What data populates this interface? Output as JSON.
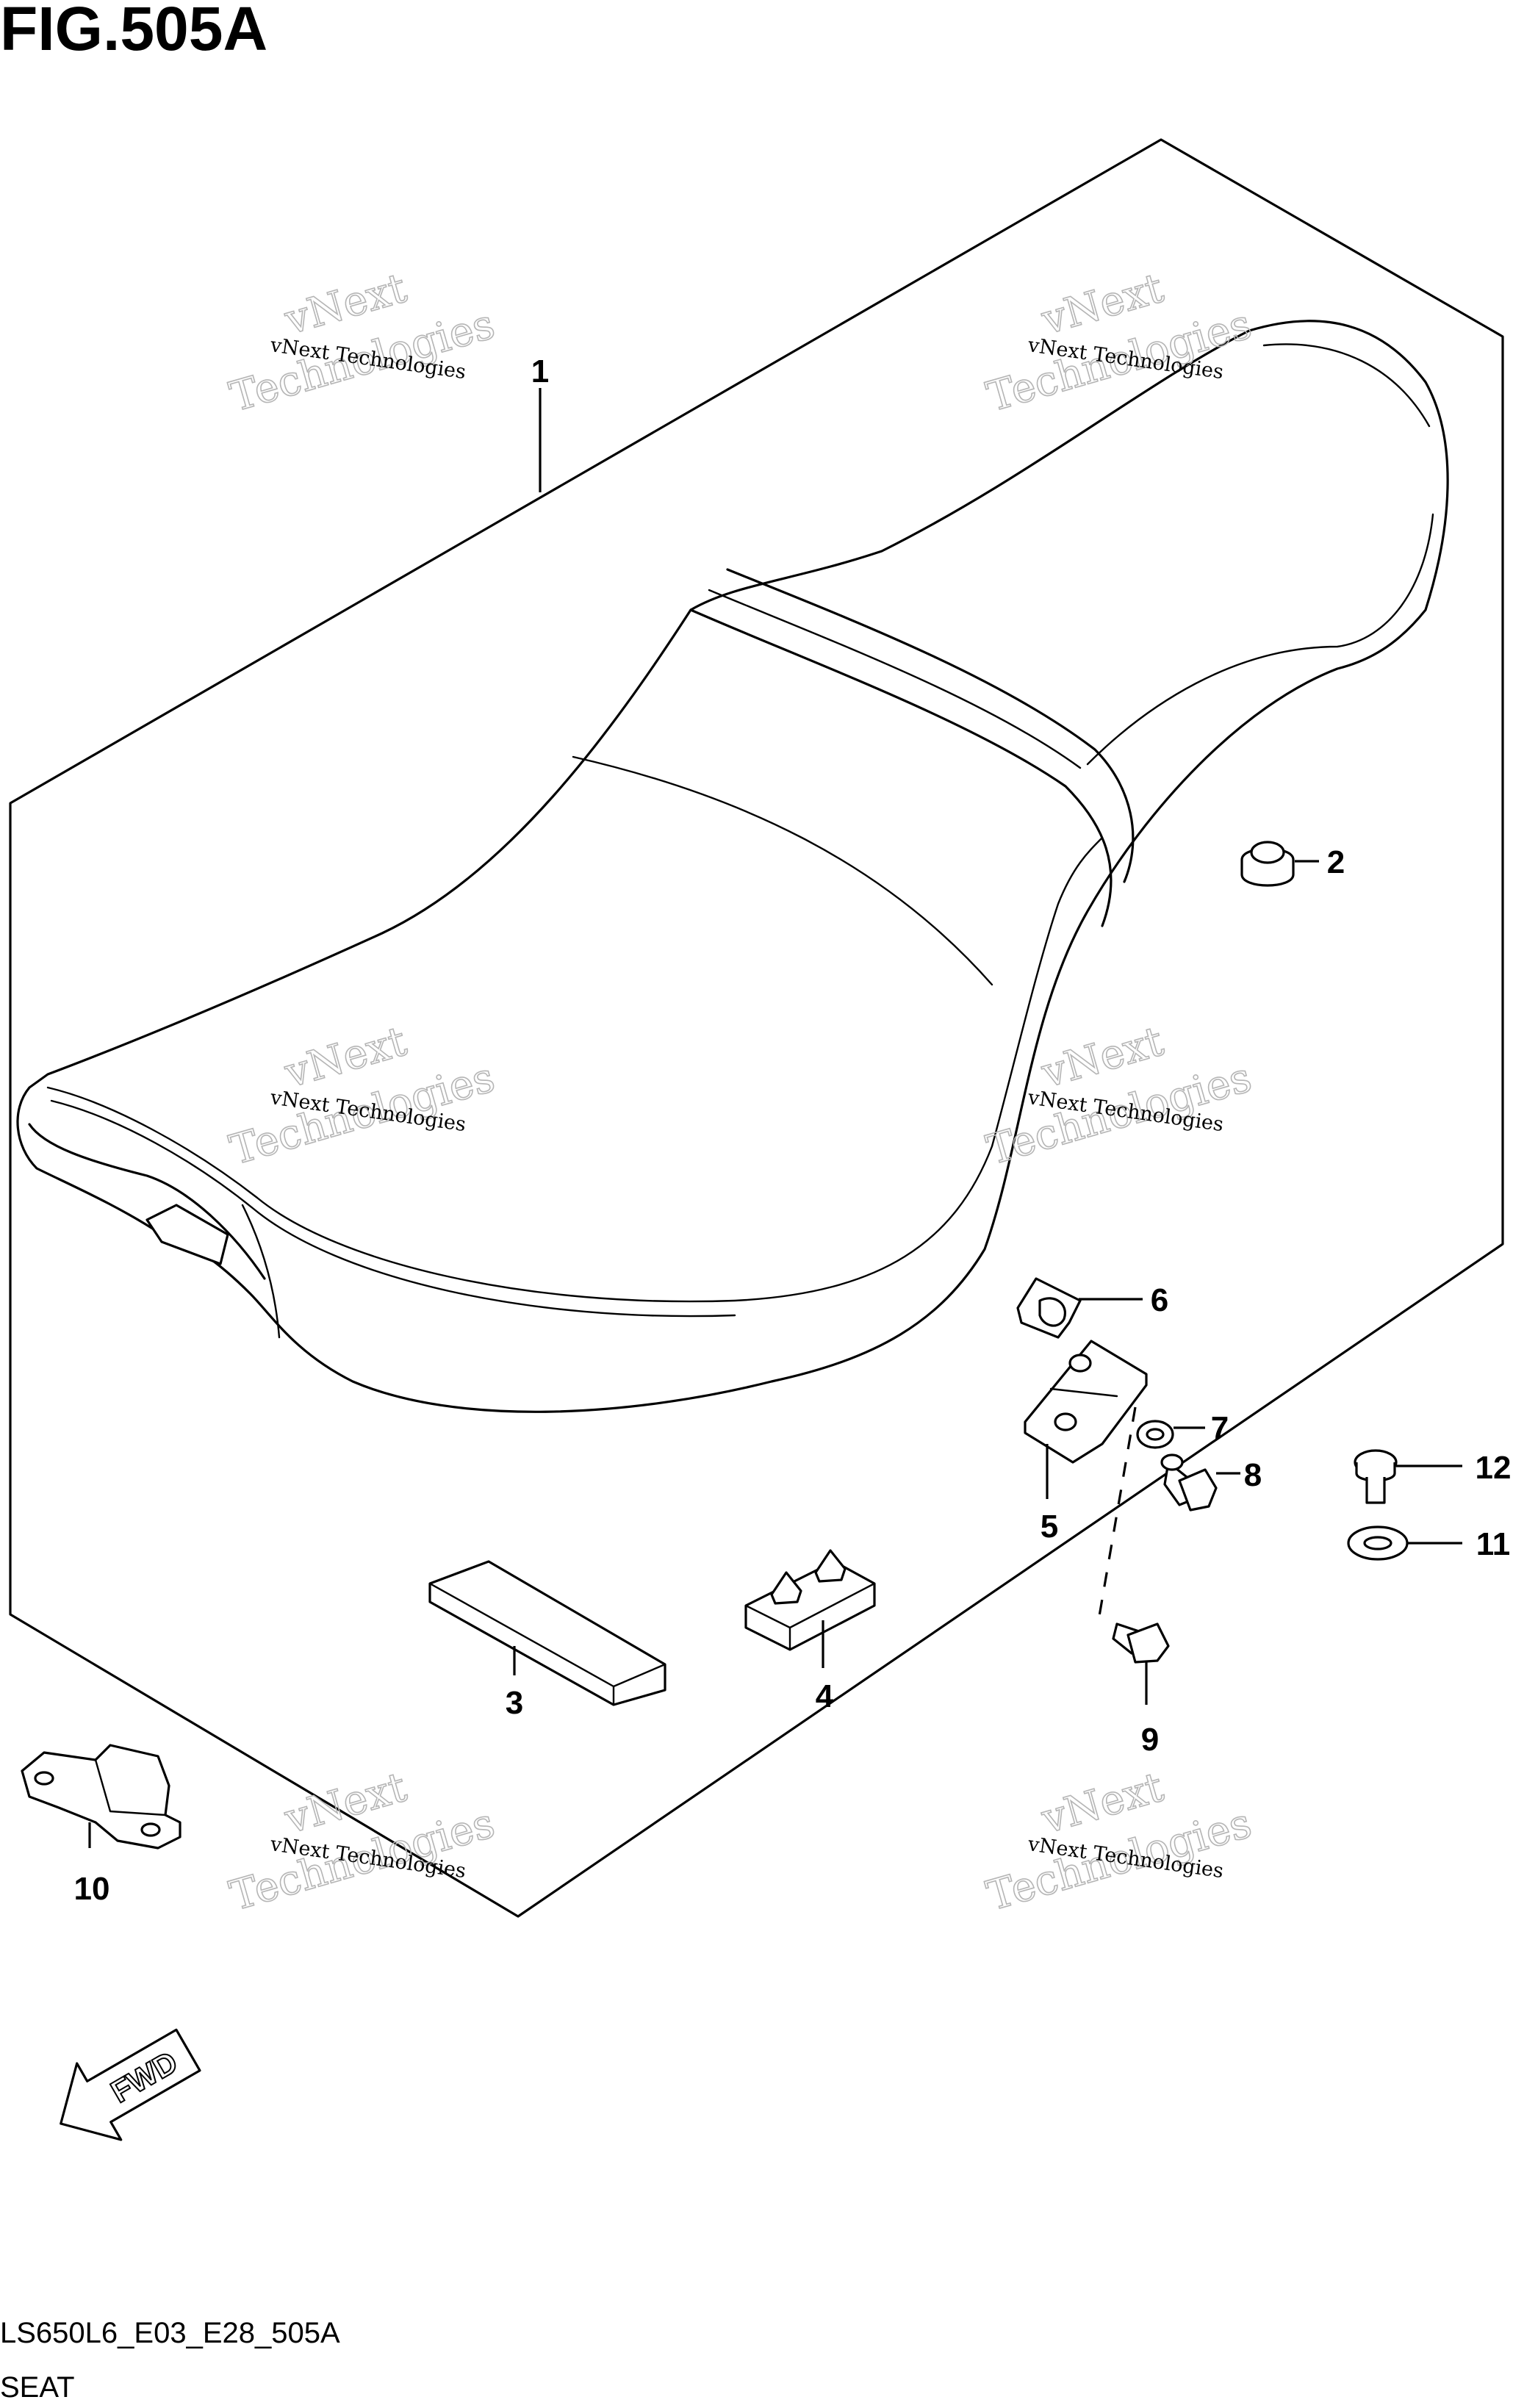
{
  "title": "FIG.505A",
  "footer": {
    "code": "LS650L6_E03_E28_505A",
    "name": "SEAT"
  },
  "watermark": {
    "line1": "vNext Technologies",
    "line2": "vNext",
    "line3": "Technologies"
  },
  "callouts": {
    "c1": "1",
    "c2": "2",
    "c3": "3",
    "c4": "4",
    "c5": "5",
    "c6": "6",
    "c7": "7",
    "c8": "8",
    "c9": "9",
    "c10": "10",
    "c11": "11",
    "c12": "12"
  },
  "fwd_label": "FWD"
}
